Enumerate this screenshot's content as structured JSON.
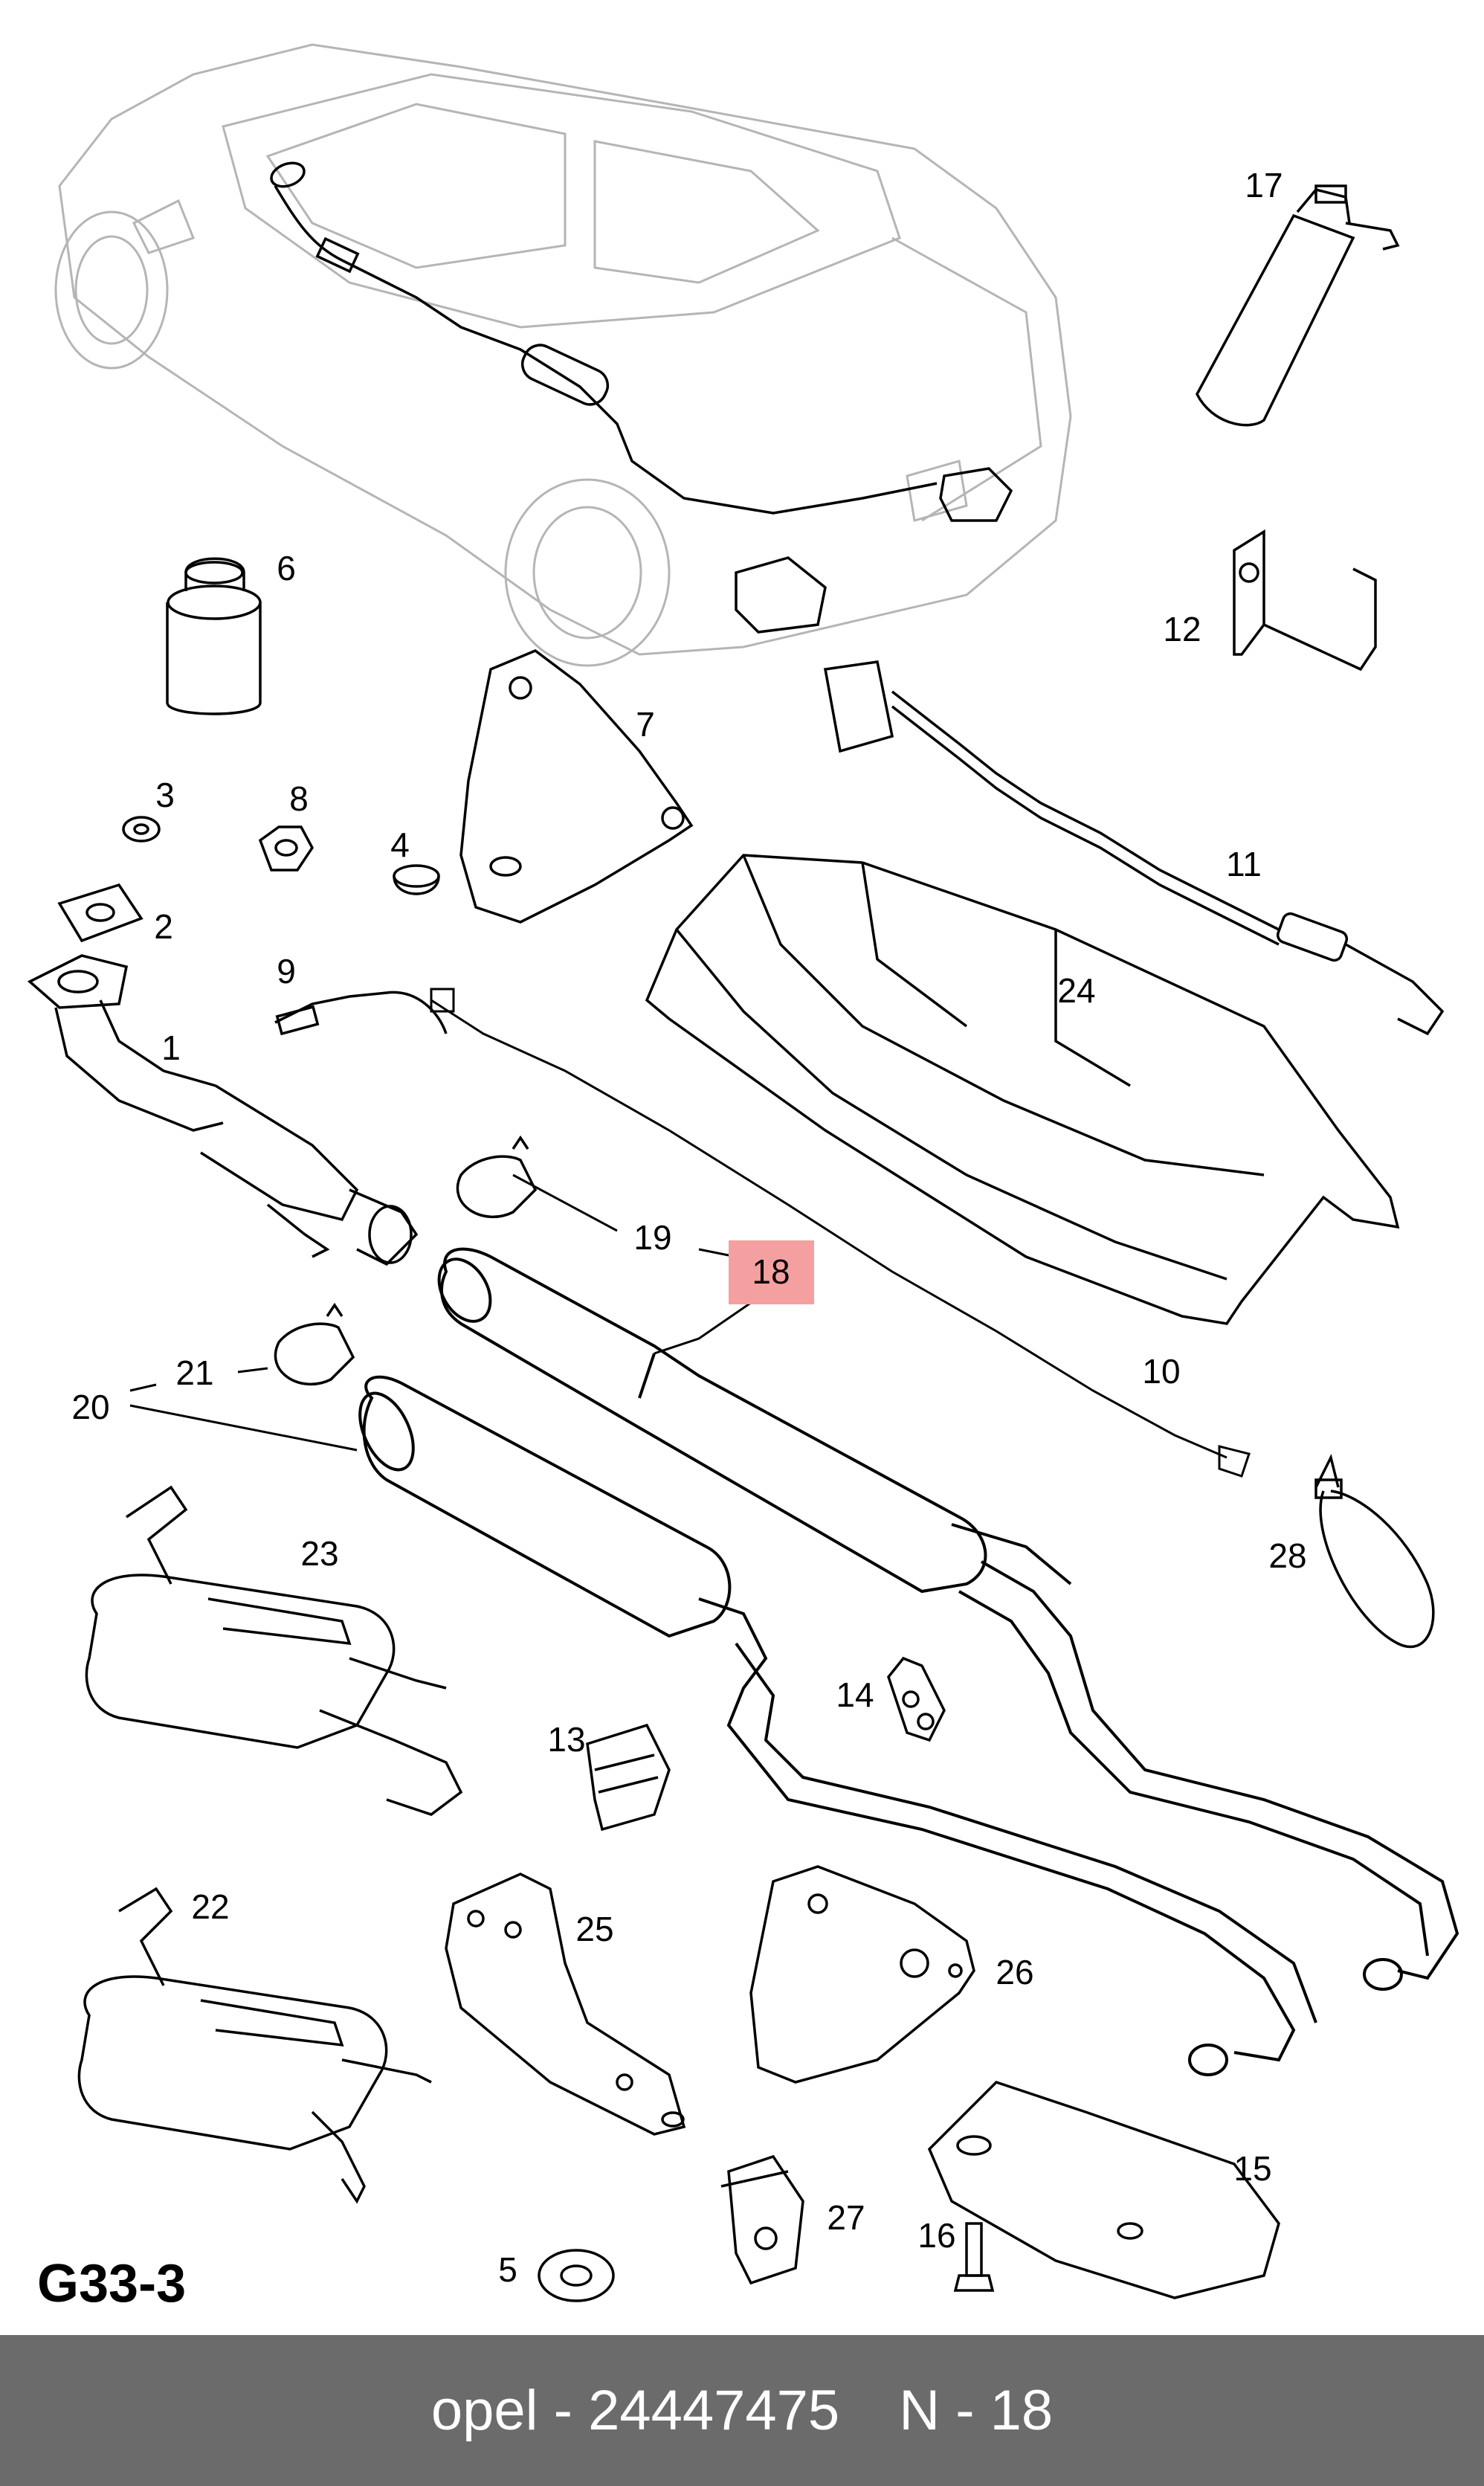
{
  "diagram": {
    "code": "G33-3",
    "highlighted_label": "18",
    "highlight_color": "#f4a0a0",
    "line_color": "#000000",
    "part_labels": [
      "1",
      "2",
      "3",
      "4",
      "5",
      "6",
      "7",
      "8",
      "9",
      "10",
      "11",
      "12",
      "13",
      "14",
      "15",
      "16",
      "17",
      "19",
      "20",
      "21",
      "22",
      "23",
      "24",
      "25",
      "26",
      "27",
      "28"
    ]
  },
  "footer": {
    "brand": "opel",
    "part_number": "24447475",
    "position": "N - 18",
    "background": "#6b6b6b"
  }
}
